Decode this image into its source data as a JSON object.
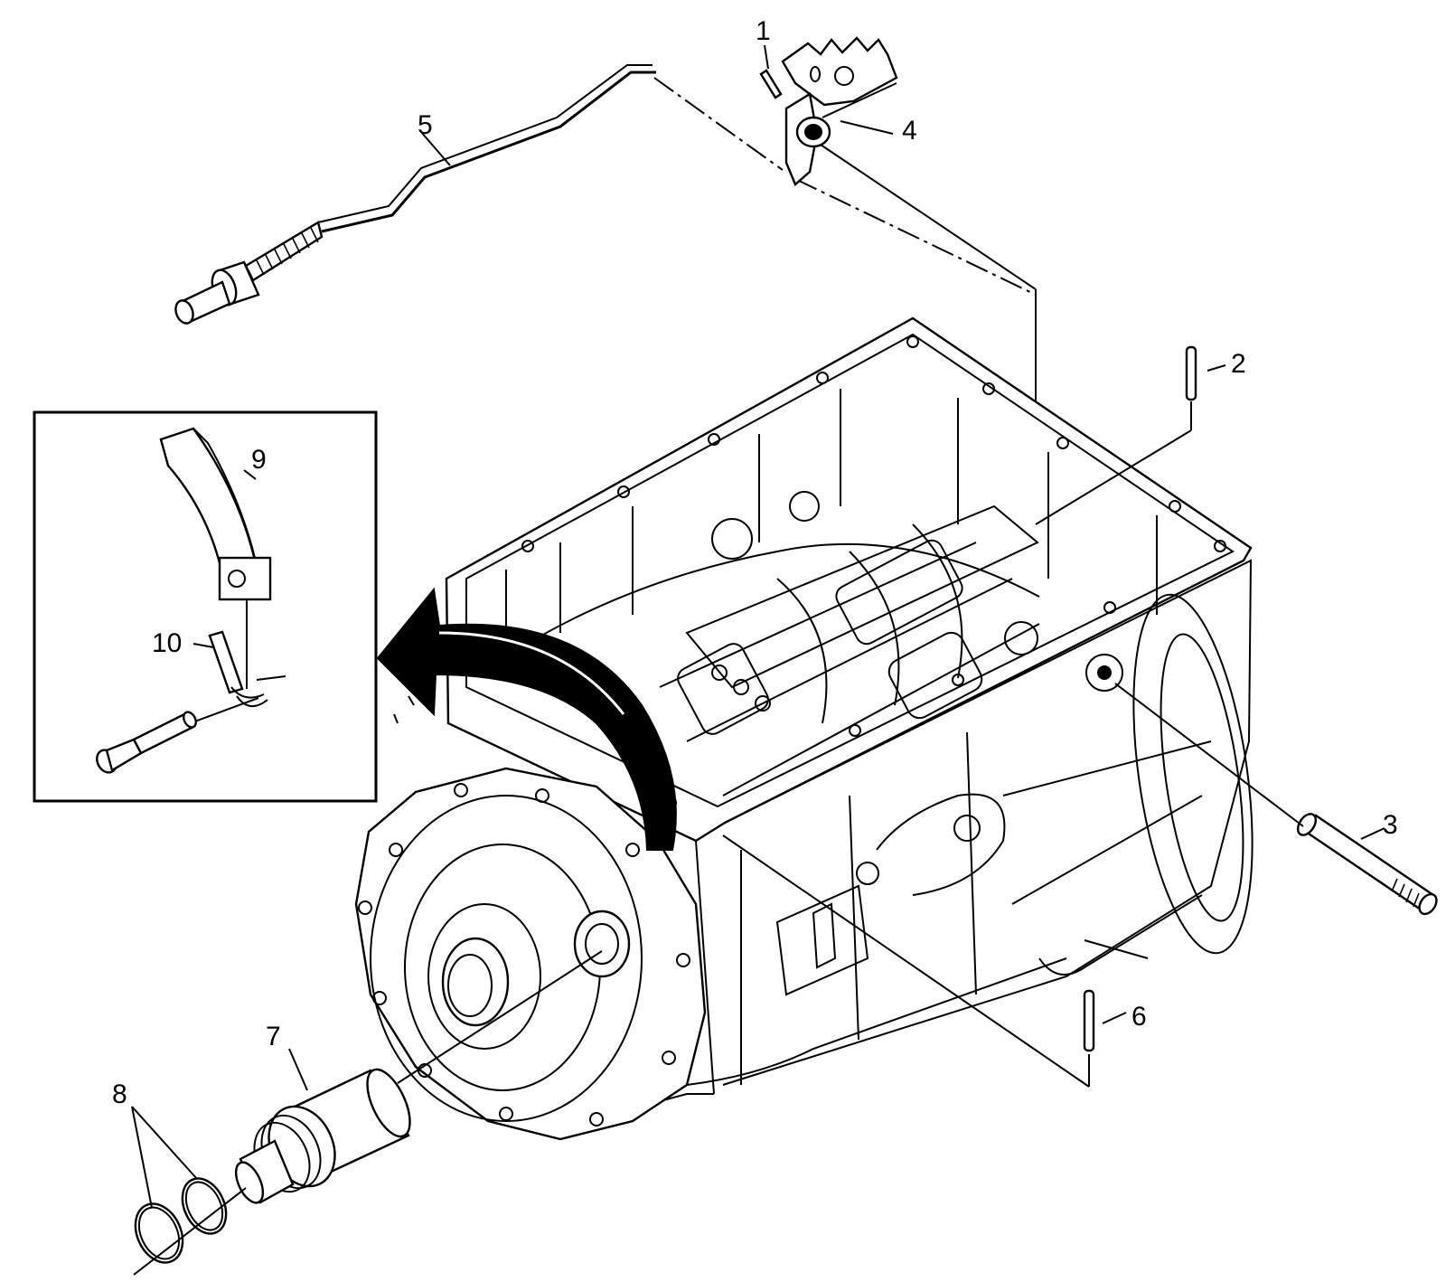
{
  "figure": {
    "callouts": [
      {
        "id": "1",
        "text": "1"
      },
      {
        "id": "2",
        "text": "2"
      },
      {
        "id": "3",
        "text": "3"
      },
      {
        "id": "4",
        "text": "4"
      },
      {
        "id": "5",
        "text": "5"
      },
      {
        "id": "6",
        "text": "6"
      },
      {
        "id": "7",
        "text": "7"
      },
      {
        "id": "8",
        "text": "8"
      },
      {
        "id": "9",
        "text": "9"
      },
      {
        "id": "10",
        "text": "10"
      }
    ]
  }
}
